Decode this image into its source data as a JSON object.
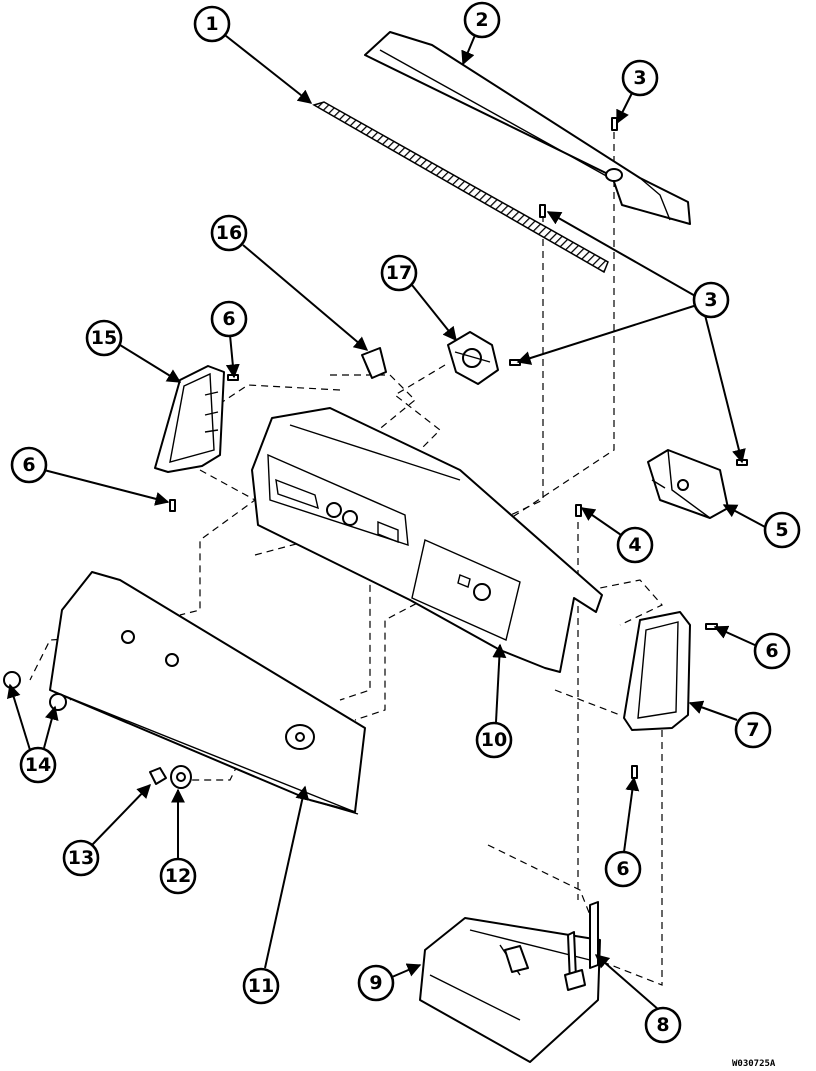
{
  "diagram": {
    "callouts": [
      {
        "id": "c1",
        "label": "1"
      },
      {
        "id": "c2",
        "label": "2"
      },
      {
        "id": "c3a",
        "label": "3"
      },
      {
        "id": "c3b",
        "label": "3"
      },
      {
        "id": "c4",
        "label": "4"
      },
      {
        "id": "c5",
        "label": "5"
      },
      {
        "id": "c6a",
        "label": "6"
      },
      {
        "id": "c6b",
        "label": "6"
      },
      {
        "id": "c6c",
        "label": "6"
      },
      {
        "id": "c6d",
        "label": "6"
      },
      {
        "id": "c7",
        "label": "7"
      },
      {
        "id": "c8",
        "label": "8"
      },
      {
        "id": "c9",
        "label": "9"
      },
      {
        "id": "c10",
        "label": "10"
      },
      {
        "id": "c11",
        "label": "11"
      },
      {
        "id": "c12",
        "label": "12"
      },
      {
        "id": "c13",
        "label": "13"
      },
      {
        "id": "c14",
        "label": "14"
      },
      {
        "id": "c15",
        "label": "15"
      },
      {
        "id": "c16",
        "label": "16"
      },
      {
        "id": "c17",
        "label": "17"
      }
    ],
    "drawing_code": "W030725A"
  }
}
